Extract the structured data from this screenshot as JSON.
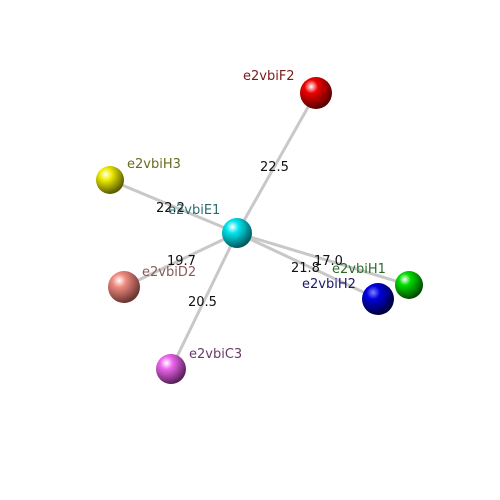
{
  "center": {
    "label": "e2vbiE1",
    "color": "#00e5ee",
    "label_color": "#2a6b70"
  },
  "neighbors": [
    {
      "label": "e2vbiF2",
      "color": "#ee0000",
      "label_color": "#7a1a1a",
      "distance": "22.5"
    },
    {
      "label": "e2vbiH3",
      "color": "#eeee00",
      "label_color": "#6b6b1e",
      "distance": "22.2"
    },
    {
      "label": "e2vbiD2",
      "color": "#f08a80",
      "label_color": "#8a5a5a",
      "distance": "19.7"
    },
    {
      "label": "e2vbiC3",
      "color": "#ee66ee",
      "label_color": "#6b3a6b",
      "distance": "20.5"
    },
    {
      "label": "e2vbiH2",
      "color": "#0000dd",
      "label_color": "#1a1a6b",
      "distance": "21.8"
    },
    {
      "label": "e2vbiH1",
      "color": "#00dd00",
      "label_color": "#2a6b2a",
      "distance": "17.0"
    }
  ]
}
